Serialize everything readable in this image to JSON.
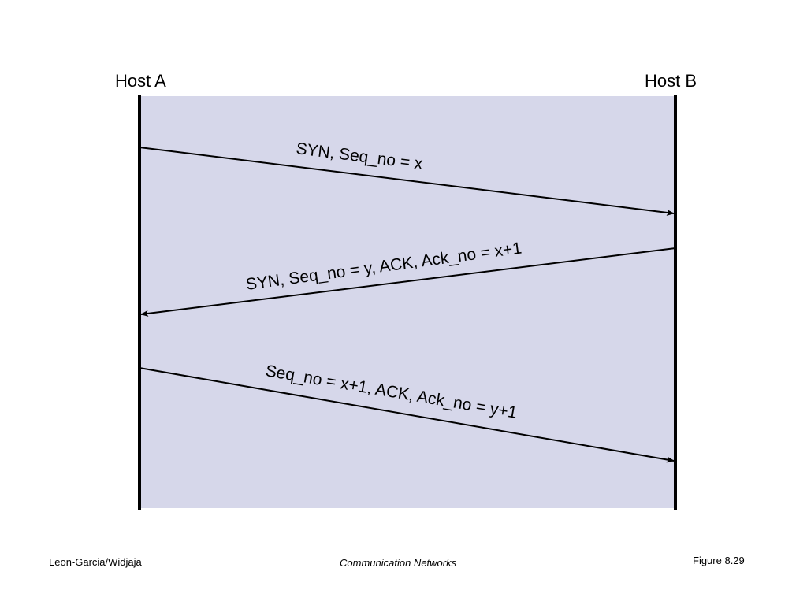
{
  "hosts": {
    "a": "Host A",
    "b": "Host B"
  },
  "messages": [
    {
      "label": "SYN, Seq_no = x",
      "direction": "A to B"
    },
    {
      "label": "SYN, Seq_no = y, ACK, Ack_no = x+1",
      "direction": "B to A"
    },
    {
      "label": "Seq_no = x+1, ACK, Ack_no = y+1",
      "direction": "A to B"
    }
  ],
  "footer": {
    "left": "Leon-Garcia/Widjaja",
    "center": "Communication Networks",
    "right": "Figure 8.29"
  },
  "colors": {
    "background_panel": "#d6d7ea",
    "lines": "#000000"
  }
}
